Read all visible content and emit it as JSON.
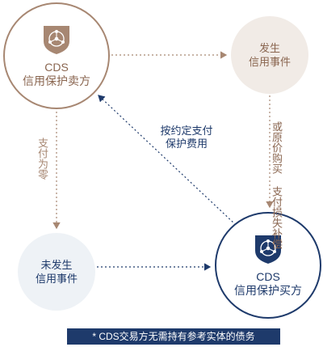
{
  "nodes": {
    "seller": {
      "line1": "CDS",
      "line2": "信用保护卖方",
      "icon": "shield-network-icon",
      "color": "#a78772"
    },
    "buyer": {
      "line1": "CDS",
      "line2": "信用保护买方",
      "icon": "shield-network-icon",
      "color": "#1e3a6b"
    },
    "event_yes": {
      "line1": "发生",
      "line2": "信用事件"
    },
    "event_no": {
      "line1": "未发生",
      "line2": "信用事件"
    }
  },
  "edges": {
    "premium": {
      "line1": "按约定支付",
      "line2": "保护费用"
    },
    "zero": "支付为零",
    "comp_col1": "或原价购买",
    "comp_col2": "支付损失补偿"
  },
  "footnote": "* CDS交易方无需持有参考实体的债务",
  "colors": {
    "brown": "#a78772",
    "navy": "#1e3a6b",
    "beige": "#f1ebe6",
    "pale_blue": "#eef2f6"
  }
}
